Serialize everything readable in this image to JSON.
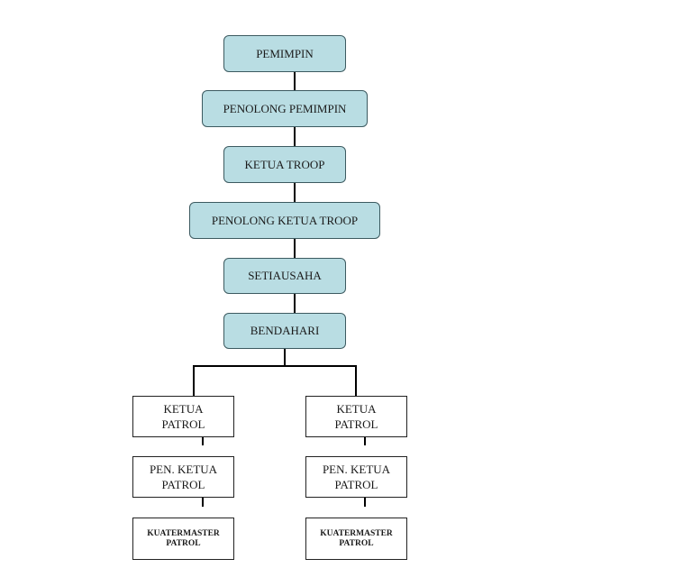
{
  "hierarchy": {
    "pemimpin": "PEMIMPIN",
    "penolong_pemimpin": "PENOLONG PEMIMPIN",
    "ketua_troop": "KETUA TROOP",
    "penolong_ketua_troop": "PENOLONG KETUA TROOP",
    "setiausaha": "SETIAUSAHA",
    "bendahari": "BENDAHARI"
  },
  "patrols": [
    {
      "ketua_patrol": [
        "KETUA",
        "PATROL"
      ],
      "pen_ketua_patrol": [
        "PEN. KETUA",
        "PATROL"
      ],
      "kuatermaster_patrol": [
        "KUATERMASTER",
        "PATROL"
      ]
    },
    {
      "ketua_patrol": [
        "KETUA",
        "PATROL"
      ],
      "pen_ketua_patrol": [
        "PEN. KETUA",
        "PATROL"
      ],
      "kuatermaster_patrol": [
        "KUATERMASTER",
        "PATROL"
      ]
    }
  ],
  "colors": {
    "role_fill": "#b9dde3",
    "role_border": "#3c5a60",
    "connector": "#000000"
  }
}
